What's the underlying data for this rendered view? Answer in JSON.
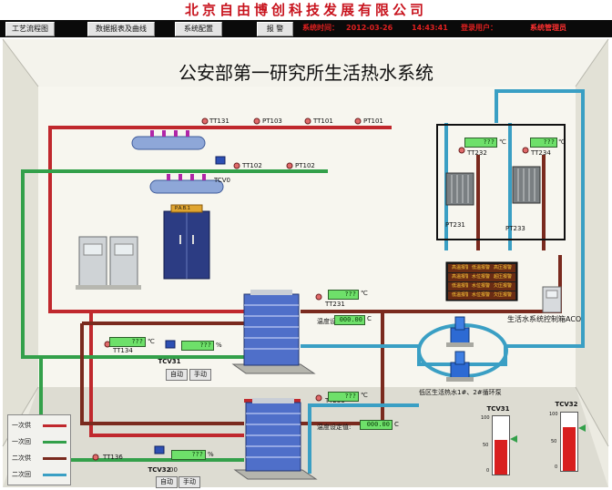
{
  "header": {
    "company": "北京自由博创科技发展有限公司",
    "tabs": [
      {
        "label": "工艺流程图"
      },
      {
        "label": "数据报表及曲线"
      },
      {
        "label": "系统配置"
      },
      {
        "label": "报 警"
      }
    ],
    "system_time_label": "系统时间：",
    "date": "2012-03-26",
    "time": "14:43:41",
    "user_label": "登录用户：",
    "user_value": "系统管理员"
  },
  "title": "公安部第一研究所生活热水系统",
  "tags": {
    "tt131": "TT131",
    "pt103": "PT103",
    "tt101": "TT101",
    "pt101": "PT101",
    "tt102": "TT102",
    "pt102": "PT102",
    "tcv0": "TCV0",
    "tt232": "TT232",
    "tt234": "TT234",
    "pt231": "PT231",
    "pt233": "PT233",
    "tt231": "TT231",
    "tt134": "TT134",
    "tcv31": "TCV31",
    "tt233": "TT233",
    "tt136": "TT136",
    "tcv32": "TCV32"
  },
  "displays": {
    "tt232": "???",
    "tt234": "???",
    "tt231": "???",
    "tt134": "???",
    "tcv31": "???",
    "tt233": "???",
    "tcv32": "???",
    "setpoint1": "000.00",
    "setpoint2": "000.00"
  },
  "units": {
    "temp": "℃",
    "percent": "%",
    "c_unit": "C",
    "tcv32_unit": "00"
  },
  "labels": {
    "setpoint": "温度设定值:",
    "control_cabinet": "生活水系统控制箱ACO",
    "pump_note": "低区生活热水1#、2#循环泵",
    "cabinet_top": "P.A.B.1"
  },
  "control_buttons": {
    "auto": "自动",
    "manual": "手动"
  },
  "alarm_panel": {
    "header": [
      "高温报警",
      "低温报警",
      "高压报警"
    ],
    "cells": [
      "高温报警",
      "水位报警",
      "超压报警",
      "低温报警",
      "水位报警",
      "欠压报警",
      "低温报警",
      "水位报警",
      "欠压报警"
    ]
  },
  "legend": [
    {
      "label": "一次供",
      "color": "#c0282d"
    },
    {
      "label": "一次回",
      "color": "#33a04a"
    },
    {
      "label": "二次供",
      "color": "#7a2a1e"
    },
    {
      "label": "二次回",
      "color": "#3a9fc4"
    }
  ],
  "gauges": [
    {
      "label": "TCV31",
      "value": 0.6,
      "top": "100",
      "mid": "50",
      "bot": "0"
    },
    {
      "label": "TCV32",
      "value": 0.75,
      "top": "100",
      "mid": "50",
      "bot": "0"
    }
  ],
  "colors": {
    "primary_supply": "#c0282d",
    "primary_return": "#33a04a",
    "secondary_supply": "#7a2a1e",
    "secondary_return": "#3a9fc4",
    "display_green": "#6ee06a",
    "alarm_red": "#e02020"
  }
}
